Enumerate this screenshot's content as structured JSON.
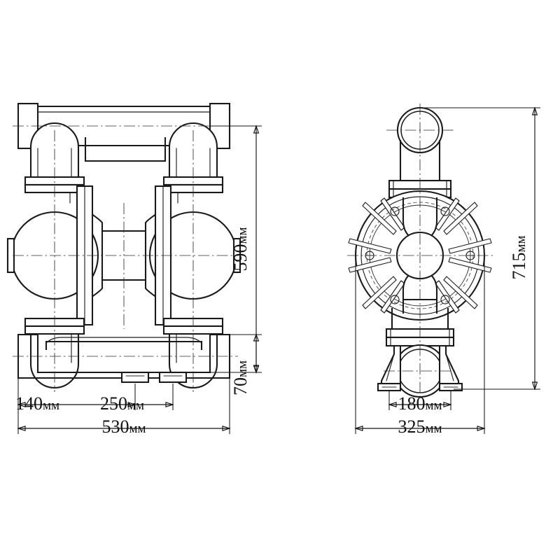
{
  "drawing": {
    "title": "Air operated double diaphragm pump dimensional drawing",
    "unit_suffix": "мм",
    "line_color": "#1a1a1a",
    "background_color": "#ffffff"
  },
  "views": [
    {
      "id": "front-view",
      "name": "front-elevation",
      "position": "left",
      "description": "Front elevation of double diaphragm pump showing twin chambers, top manifold and base"
    },
    {
      "id": "side-view",
      "name": "side-elevation",
      "position": "right",
      "description": "Side elevation showing ribbed circular pump chamber, top outlet pipe and bottom inlet with support legs"
    }
  ],
  "dimensions": {
    "front": {
      "height_overall": {
        "value": "590",
        "unit": "мм",
        "label": "590мм",
        "orientation": "vertical"
      },
      "base_height": {
        "value": "70",
        "unit": "мм",
        "label": "70мм",
        "orientation": "vertical"
      },
      "foot_edge": {
        "value": "140",
        "unit": "мм",
        "label": "140мм",
        "orientation": "horizontal"
      },
      "foot_spacing": {
        "value": "250",
        "unit": "мм",
        "label": "250мм",
        "orientation": "horizontal"
      },
      "width_overall": {
        "value": "530",
        "unit": "мм",
        "label": "530мм",
        "orientation": "horizontal"
      }
    },
    "side": {
      "height_overall": {
        "value": "715",
        "unit": "мм",
        "label": "715мм",
        "orientation": "vertical"
      },
      "leg_spacing": {
        "value": "180",
        "unit": "мм",
        "label": "180мм",
        "orientation": "horizontal"
      },
      "width_overall": {
        "value": "325",
        "unit": "мм",
        "label": "325мм",
        "orientation": "horizontal"
      }
    }
  },
  "dimension_list": [
    {
      "key": "590",
      "label": "590мм",
      "num": "590",
      "unit": "мм"
    },
    {
      "key": "70",
      "label": "70мм",
      "num": "70",
      "unit": "мм"
    },
    {
      "key": "140",
      "label": "140мм",
      "num": "140",
      "unit": "мм"
    },
    {
      "key": "250",
      "label": "250мм",
      "num": "250",
      "unit": "мм"
    },
    {
      "key": "530",
      "label": "530мм",
      "num": "530",
      "unit": "мм"
    },
    {
      "key": "715",
      "label": "715мм",
      "num": "715",
      "unit": "мм"
    },
    {
      "key": "180",
      "label": "180мм",
      "num": "180",
      "unit": "мм"
    },
    {
      "key": "325",
      "label": "325мм",
      "num": "325",
      "unit": "мм"
    }
  ]
}
